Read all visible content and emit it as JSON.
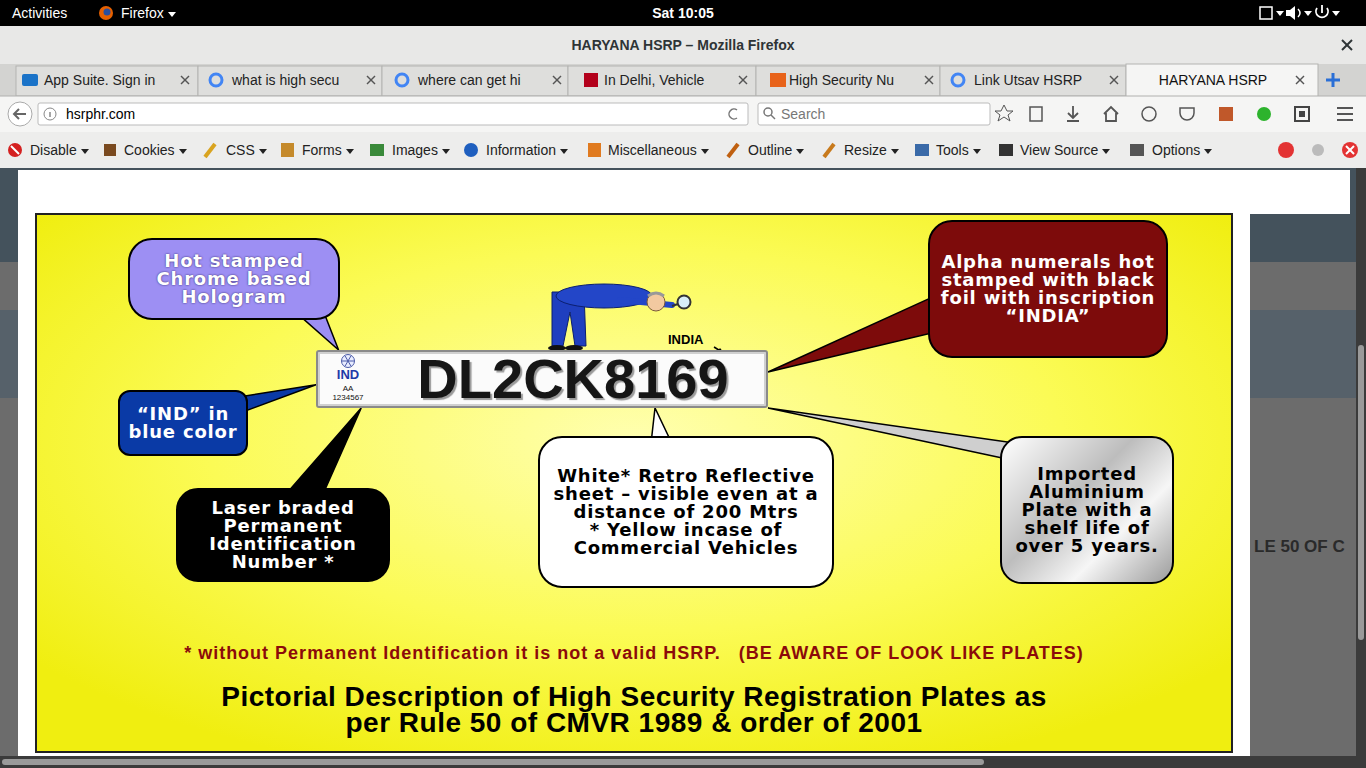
{
  "diagram": {
    "title": "Pictorial Description of High Security Registration Plates as per Rule 50 of CMVR 1989 & order of 2001",
    "nodes": [
      {
        "text": [
          "Hot stamped Chrome based Hologram"
        ]
      },
      {
        "text": [
          "Alpha numerals hot stamped with black foil with inscription “INDIA”"
        ]
      },
      {
        "text": [
          "“IND” in blue color"
        ]
      },
      {
        "text": [
          "IND",
          "AA",
          "1234567",
          "DL2CK8169"
        ]
      },
      {
        "text": [
          "White* Retro Reflective sheet – visible even at a distance of 200 Mtrs",
          "* Yellow incase of Commercial Vehicles"
        ]
      },
      {
        "text": [
          "Imported Aluminium Plate with a shelf life of over 5 years."
        ]
      },
      {
        "text": [
          "Laser braded Permanent Identification Number *"
        ]
      }
    ],
    "edges": [
      {
        "from": 0,
        "to": 3,
        "arrow": "none"
      },
      {
        "from": 1,
        "to": 3,
        "arrow": "none"
      },
      {
        "from": 2,
        "to": 3,
        "arrow": "none"
      },
      {
        "from": 4,
        "to": 3,
        "arrow": "none"
      },
      {
        "from": 5,
        "to": 3,
        "arrow": "none"
      },
      {
        "from": 6,
        "to": 3,
        "arrow": "none"
      }
    ],
    "labels": [
      "Activities",
      "Firefox",
      "Sat 10:05",
      "HARYANA HSRP – Mozilla Firefox",
      "App Suite. Sign in",
      "what is high secu",
      "where can get hi",
      "In Delhi, Vehicle",
      "High Security Nu",
      "Link Utsav HSRP",
      "HARYANA HSRP",
      "hsrphr.com",
      "Search",
      "Disable",
      "Cookies",
      "CSS",
      "Forms",
      "Images",
      "Information",
      "Miscellaneous",
      "Outline",
      "Resize",
      "Tools",
      "View Source",
      "Options",
      "INDIA",
      "* without Permanent Identification it is not a valid HSRP.   (BE AWARE OF LOOK LIKE PLATES)",
      "LE 50 OF C"
    ]
  }
}
